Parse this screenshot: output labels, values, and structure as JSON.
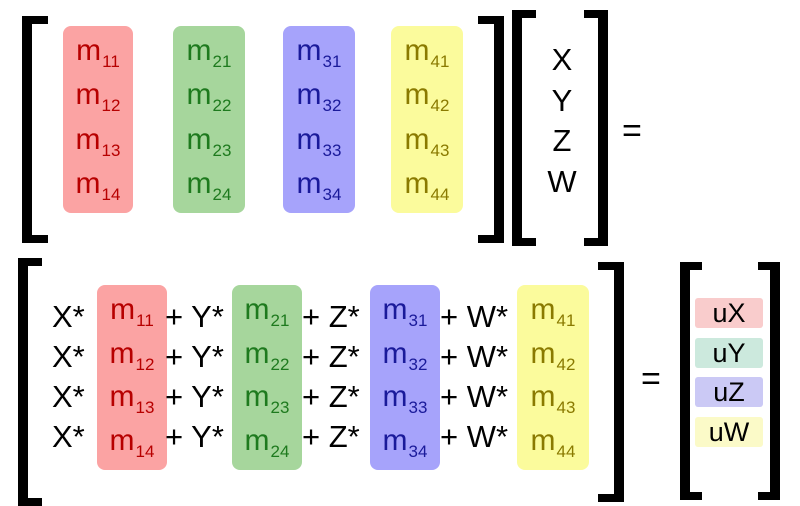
{
  "colors": {
    "red_bg": "#fba3a3",
    "red_text": "#b70000",
    "green_bg": "#a6d69c",
    "green_text": "#1e7a1e",
    "blue_bg": "#a6a3fb",
    "blue_text": "#1a1a9a",
    "yellow_bg": "#fbfb9c",
    "yellow_text": "#8a7a00",
    "res_red": "#f9cccc",
    "res_green": "#cce9dd",
    "res_blue": "#cbc9f5",
    "res_yellow": "#fbfac8"
  },
  "matrix": {
    "symbol": "m",
    "columns": [
      [
        "11",
        "12",
        "13",
        "14"
      ],
      [
        "21",
        "22",
        "23",
        "24"
      ],
      [
        "31",
        "32",
        "33",
        "34"
      ],
      [
        "41",
        "42",
        "43",
        "44"
      ]
    ]
  },
  "vector": [
    "X",
    "Y",
    "Z",
    "W"
  ],
  "equals": "=",
  "expanded": {
    "terms": [
      "X*",
      "+ Y*",
      "+ Z*",
      "+ W*"
    ]
  },
  "result": [
    "uX",
    "uY",
    "uZ",
    "uW"
  ]
}
